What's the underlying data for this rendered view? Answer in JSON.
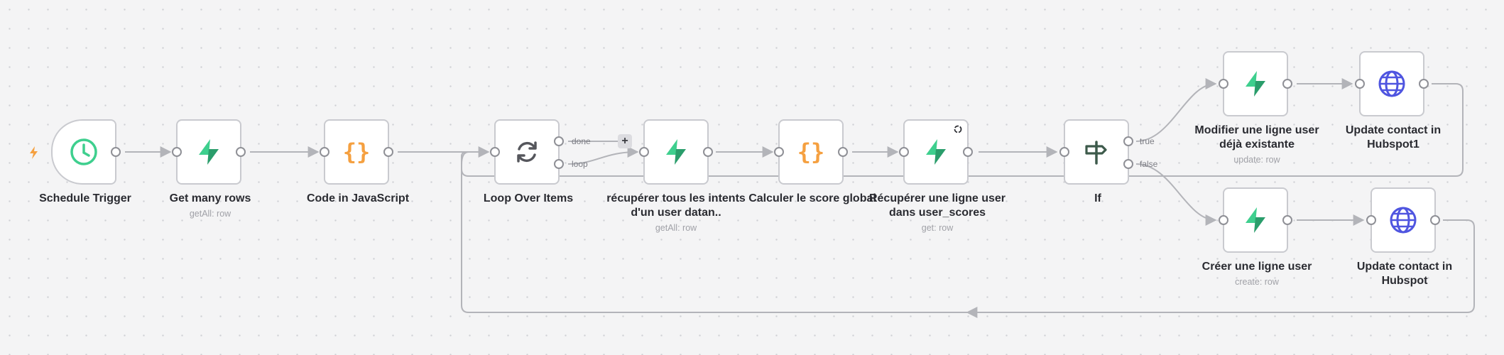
{
  "colors": {
    "supabase_green": "#3ecf8e",
    "code_orange": "#f5a040",
    "globe_blue": "#4f55e0",
    "loop_gray": "#55565c",
    "if_green": "#3d5a4b",
    "edge": "#b3b4b9"
  },
  "nodes": {
    "schedule": {
      "title": "Schedule Trigger",
      "icon": "clock-icon"
    },
    "get_many_rows": {
      "title": "Get many rows",
      "subtitle": "getAll: row",
      "icon": "supabase-icon"
    },
    "code_js": {
      "title": "Code in JavaScript",
      "icon": "code-braces-icon"
    },
    "loop": {
      "title": "Loop Over Items",
      "icon": "loop-icon",
      "output_done": "done",
      "output_loop": "loop"
    },
    "recuperer_intents": {
      "title": "récupérer tous les intents d'un user datan..",
      "subtitle": "getAll: row",
      "icon": "supabase-icon"
    },
    "calculer_score": {
      "title": "Calculer le score global",
      "icon": "code-braces-icon"
    },
    "recuperer_ligne": {
      "title": "Récupérer une ligne user dans user_scores",
      "subtitle": "get: row",
      "icon": "supabase-icon"
    },
    "if": {
      "title": "If",
      "icon": "signpost-icon",
      "output_true": "true",
      "output_false": "false"
    },
    "modifier_ligne": {
      "title": "Modifier une ligne user déjà existante",
      "subtitle": "update: row",
      "icon": "supabase-icon"
    },
    "update_hubspot1": {
      "title": "Update contact in Hubspot1",
      "icon": "globe-icon"
    },
    "creer_ligne": {
      "title": "Créer une ligne user",
      "subtitle": "create: row",
      "icon": "supabase-icon"
    },
    "update_hubspot": {
      "title": "Update contact in Hubspot",
      "icon": "globe-icon"
    }
  },
  "add_button": "+"
}
